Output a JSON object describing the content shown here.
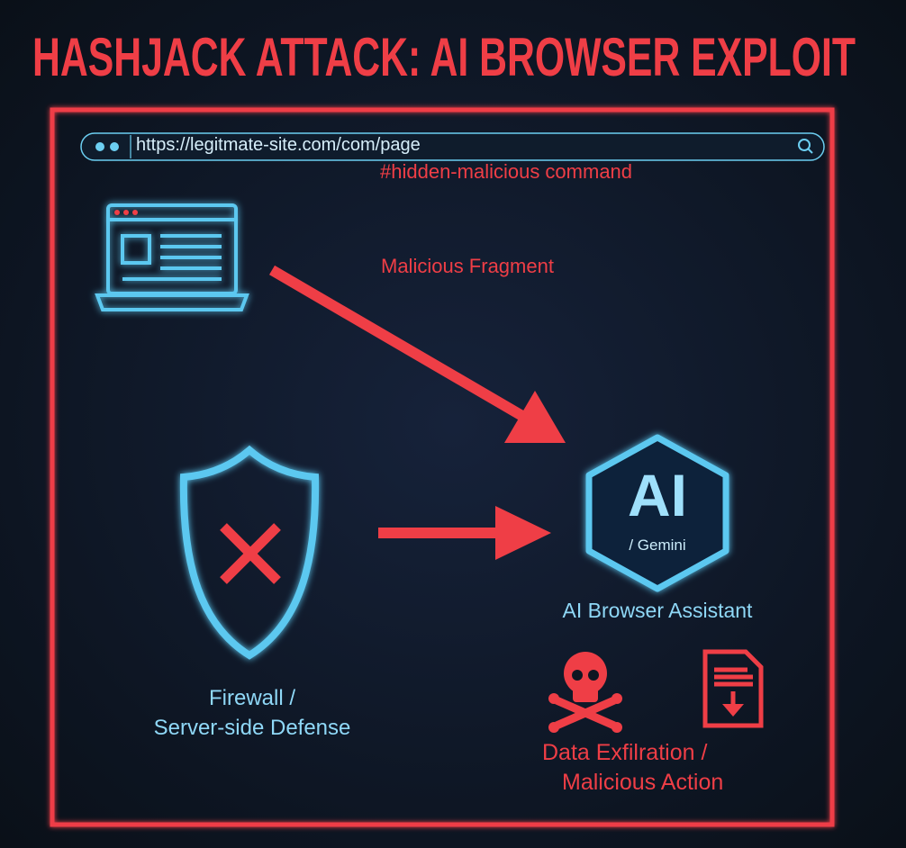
{
  "title": "HASHJACK ATTACK: AI BROWSER EXPLOIT",
  "url_bar": {
    "url": "https://legitmate-site.com/com/page",
    "fragment": "#hidden-malicious command",
    "icons": [
      "dot-icon",
      "dot-icon",
      "search-icon"
    ]
  },
  "labels": {
    "malicious_fragment": "Malicious Fragment",
    "ai_badge": "AI",
    "ai_sub": "/ Gemini",
    "ai_assistant": "AI Browser Assistant",
    "firewall_line1": "Firewall /",
    "firewall_line2": "Server-side Defense",
    "exfil_line1": "Data Exfilration /",
    "exfil_line2": "Malicious Action"
  },
  "colors": {
    "red": "#ef3e46",
    "cyan": "#5cc8f0",
    "background": "#0e1622"
  }
}
